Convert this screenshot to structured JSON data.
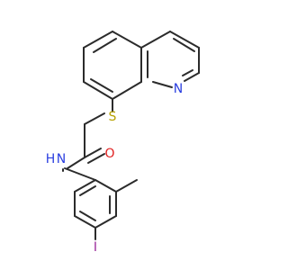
{
  "molecule": {
    "atoms": [
      {
        "label": "N",
        "color": "#2a3ee0"
      },
      {
        "label": "S",
        "color": "#b8a200"
      },
      {
        "label": "O",
        "color": "#e02020"
      },
      {
        "label": "N",
        "color": "#2a3ee0"
      },
      {
        "label": "H",
        "color": "#2a3ee0"
      },
      {
        "label": "I",
        "color": "#9a2a9a"
      }
    ]
  }
}
